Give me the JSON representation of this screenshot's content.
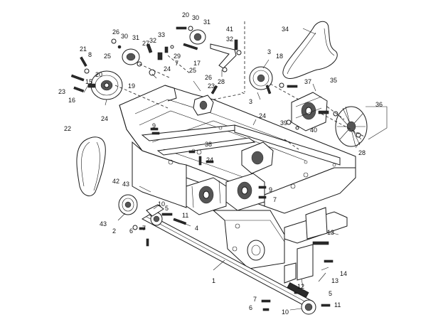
{
  "callouts": [
    "1",
    "2",
    "3",
    "3",
    "4",
    "5",
    "5",
    "6",
    "6",
    "7",
    "7",
    "7",
    "7",
    "8",
    "9",
    "9",
    "10",
    "10",
    "11",
    "11",
    "12",
    "13",
    "13",
    "14",
    "15",
    "16",
    "17",
    "18",
    "19",
    "20",
    "20",
    "21",
    "22",
    "23",
    "23",
    "24",
    "24",
    "24",
    "24",
    "25",
    "25",
    "26",
    "26",
    "27",
    "28",
    "28",
    "29",
    "30",
    "30",
    "31",
    "31",
    "32",
    "32",
    "33",
    "34",
    "35",
    "36",
    "37",
    "38",
    "39",
    "40",
    "41",
    "42",
    "43",
    "43"
  ]
}
